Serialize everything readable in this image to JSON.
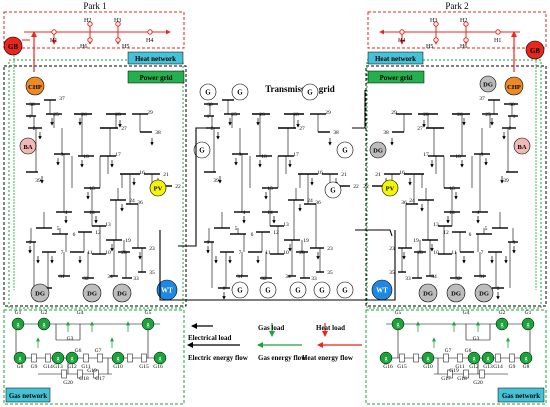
{
  "parks": [
    {
      "label": "Park 1",
      "heat_network": "Heat network",
      "power_grid": "Power grid",
      "gas_network": "Gas network",
      "gb": "GB",
      "chp": "CHP",
      "ba": "BA",
      "pv": "PV",
      "wt": "WT",
      "dg": "DG",
      "heat_nodes": [
        "H1",
        "H2",
        "H3",
        "H4",
        "H5",
        "H6"
      ],
      "bus_numbers": [
        "37",
        "30",
        "25",
        "26",
        "28",
        "29",
        "38",
        "1",
        "2",
        "27",
        "3",
        "18",
        "17",
        "16",
        "21",
        "22",
        "39",
        "15",
        "24",
        "36",
        "4",
        "14",
        "19",
        "20",
        "23",
        "35",
        "5",
        "6",
        "12",
        "13",
        "9",
        "7",
        "11",
        "10",
        "31",
        "32",
        "34",
        "33",
        "8"
      ],
      "gas_nodes": [
        "G1",
        "G2",
        "G3",
        "G4",
        "G5",
        "G6",
        "G7",
        "G8",
        "G9",
        "G10",
        "G11",
        "G12",
        "G13",
        "G14",
        "G15",
        "G16",
        "G17",
        "G18",
        "G19",
        "G20"
      ]
    },
    {
      "label": "Park 2",
      "heat_network": "Heat network",
      "power_grid": "Power grid",
      "gas_network": "Gas network",
      "gb": "GB",
      "chp": "CHP",
      "ba": "BA",
      "pv": "PV",
      "wt": "WT",
      "dg": "DG",
      "heat_nodes": [
        "H1",
        "H2",
        "H3",
        "H4",
        "H5",
        "H6"
      ],
      "bus_numbers": [
        "37",
        "30",
        "25",
        "26",
        "28",
        "29",
        "38",
        "1",
        "2",
        "27",
        "3",
        "18",
        "17",
        "16",
        "21",
        "22",
        "39",
        "15",
        "24",
        "36",
        "4",
        "14",
        "19",
        "20",
        "23",
        "35",
        "5",
        "6",
        "12",
        "13",
        "9",
        "7",
        "11",
        "10",
        "31",
        "32",
        "34",
        "33",
        "8"
      ],
      "gas_nodes": [
        "G1",
        "G2",
        "G3",
        "G4",
        "G5",
        "G6",
        "G7",
        "G8",
        "G9",
        "G10",
        "G11",
        "G12",
        "G13",
        "G14",
        "G15",
        "G16",
        "G17",
        "G18",
        "G19",
        "G20"
      ]
    }
  ],
  "transmission": {
    "label": "Transmission grid",
    "gen": "G",
    "bus_numbers": [
      "37",
      "30",
      "25",
      "26",
      "28",
      "29",
      "38",
      "1",
      "2",
      "27",
      "3",
      "18",
      "17",
      "16",
      "21",
      "22",
      "39",
      "15",
      "24",
      "36",
      "4",
      "14",
      "19",
      "20",
      "23",
      "35",
      "5",
      "6",
      "12",
      "13",
      "9",
      "7",
      "11",
      "10",
      "31",
      "32",
      "34",
      "33",
      "8"
    ]
  },
  "legend": {
    "electrical_load": "Electrical load",
    "gas_load": "Gas load",
    "heat_load": "Heat load",
    "electric_flow": "Electric energy flow",
    "gas_flow": "Gas energy flow",
    "heat_flow": "Heat energy flow"
  },
  "colors": {
    "gb": "#e8261c",
    "chp": "#f08a24",
    "ba": "#f2b8b4",
    "pv": "#f5f500",
    "wt": "#1e88e5",
    "gas_node": "#1aa53a",
    "heat_label": "#46c2d6",
    "power_label": "#22b14c",
    "electric": "#000000",
    "gas": "#1aa53a",
    "heat": "#e8261c"
  }
}
